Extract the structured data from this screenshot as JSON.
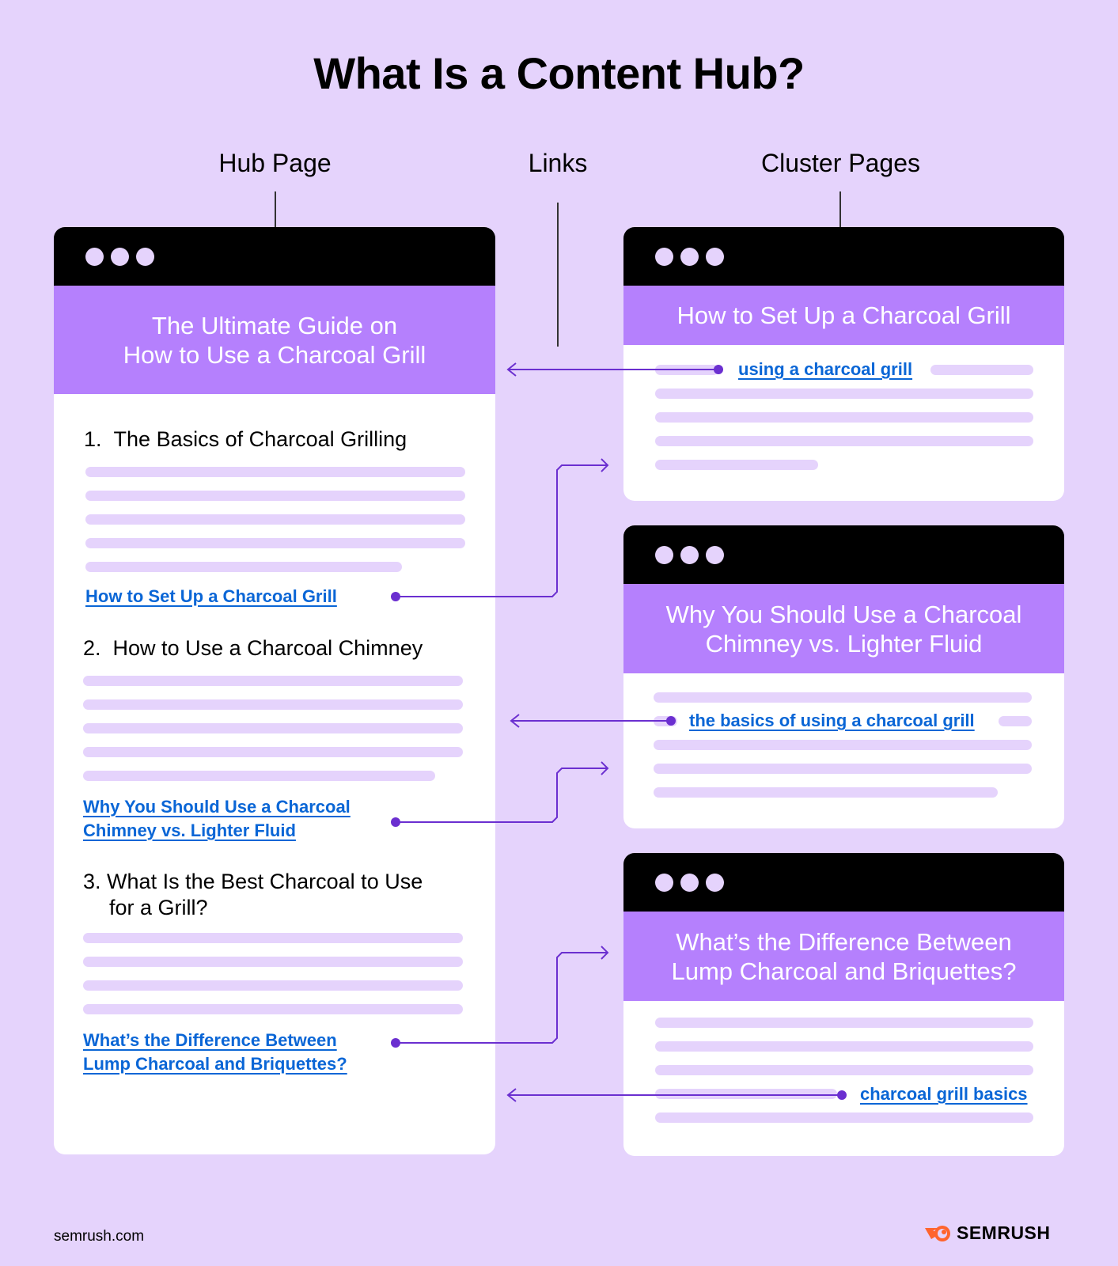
{
  "title": "What Is a Content Hub?",
  "columns": {
    "hub": "Hub Page",
    "links": "Links",
    "cluster": "Cluster Pages"
  },
  "hub_page": {
    "heading_line1": "The Ultimate Guide on",
    "heading_line2": "How to Use a Charcoal Grill",
    "sections": [
      {
        "number": "1.",
        "title": "The Basics of Charcoal Grilling",
        "link": "How to Set Up a Charcoal Grill"
      },
      {
        "number": "2.",
        "title": "How to Use a Charcoal Chimney",
        "link_line1": "Why You Should Use a Charcoal",
        "link_line2": "Chimney vs. Lighter Fluid"
      },
      {
        "number": "3.",
        "title_line1": "What Is the Best Charcoal to Use",
        "title_line2": "for a Grill?",
        "link_line1": "What’s the Difference Between",
        "link_line2": "Lump Charcoal and Briquettes?"
      }
    ]
  },
  "cluster_pages": [
    {
      "heading": "How to Set Up a Charcoal Grill",
      "link": "using a charcoal grill"
    },
    {
      "heading_line1": "Why You Should Use a Charcoal",
      "heading_line2": "Chimney vs. Lighter Fluid",
      "link": "the basics of using a charcoal grill"
    },
    {
      "heading_line1": "What’s the Difference Between",
      "heading_line2": "Lump Charcoal and Briquettes?",
      "link": "charcoal grill basics"
    }
  ],
  "footer": {
    "site": "semrush.com",
    "brand": "SEMRUSH"
  },
  "colors": {
    "background": "#e5d3fc",
    "header_purple": "#b580fd",
    "link_blue": "#0a66d6",
    "connector": "#6b2fd0",
    "brand_orange": "#ff642d"
  }
}
